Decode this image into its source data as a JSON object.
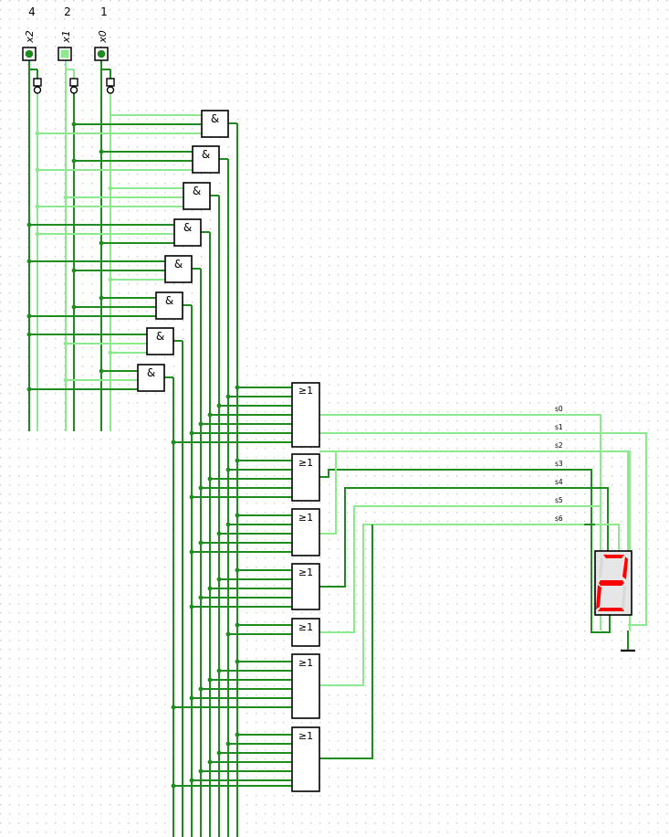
{
  "inputs": [
    {
      "weight": "4",
      "name": "x2",
      "active": true
    },
    {
      "weight": "2",
      "name": "x1",
      "active": false
    },
    {
      "weight": "1",
      "name": "x0",
      "active": true
    }
  ],
  "and_gates": [
    {
      "label": "&"
    },
    {
      "label": "&"
    },
    {
      "label": "&"
    },
    {
      "label": "&"
    },
    {
      "label": "&"
    },
    {
      "label": "&"
    },
    {
      "label": "&"
    },
    {
      "label": "&"
    }
  ],
  "or_gates": [
    {
      "label": "≥1"
    },
    {
      "label": "≥1"
    },
    {
      "label": "≥1"
    },
    {
      "label": "≥1"
    },
    {
      "label": "≥1"
    },
    {
      "label": "≥1"
    },
    {
      "label": "≥1"
    }
  ],
  "segment_signals": [
    "s0",
    "s1",
    "s2",
    "s3",
    "s4",
    "s5",
    "s6"
  ],
  "display": {
    "digit": "2",
    "lit_segments": [
      "a",
      "b",
      "g",
      "e",
      "d"
    ]
  },
  "colors": {
    "wire_active": "#1f8c1f",
    "wire_inactive": "#8ee88e",
    "segment_on": "#ff0000",
    "segment_off": "#d8d8d8",
    "grid_dot": "#c8c8c8"
  }
}
